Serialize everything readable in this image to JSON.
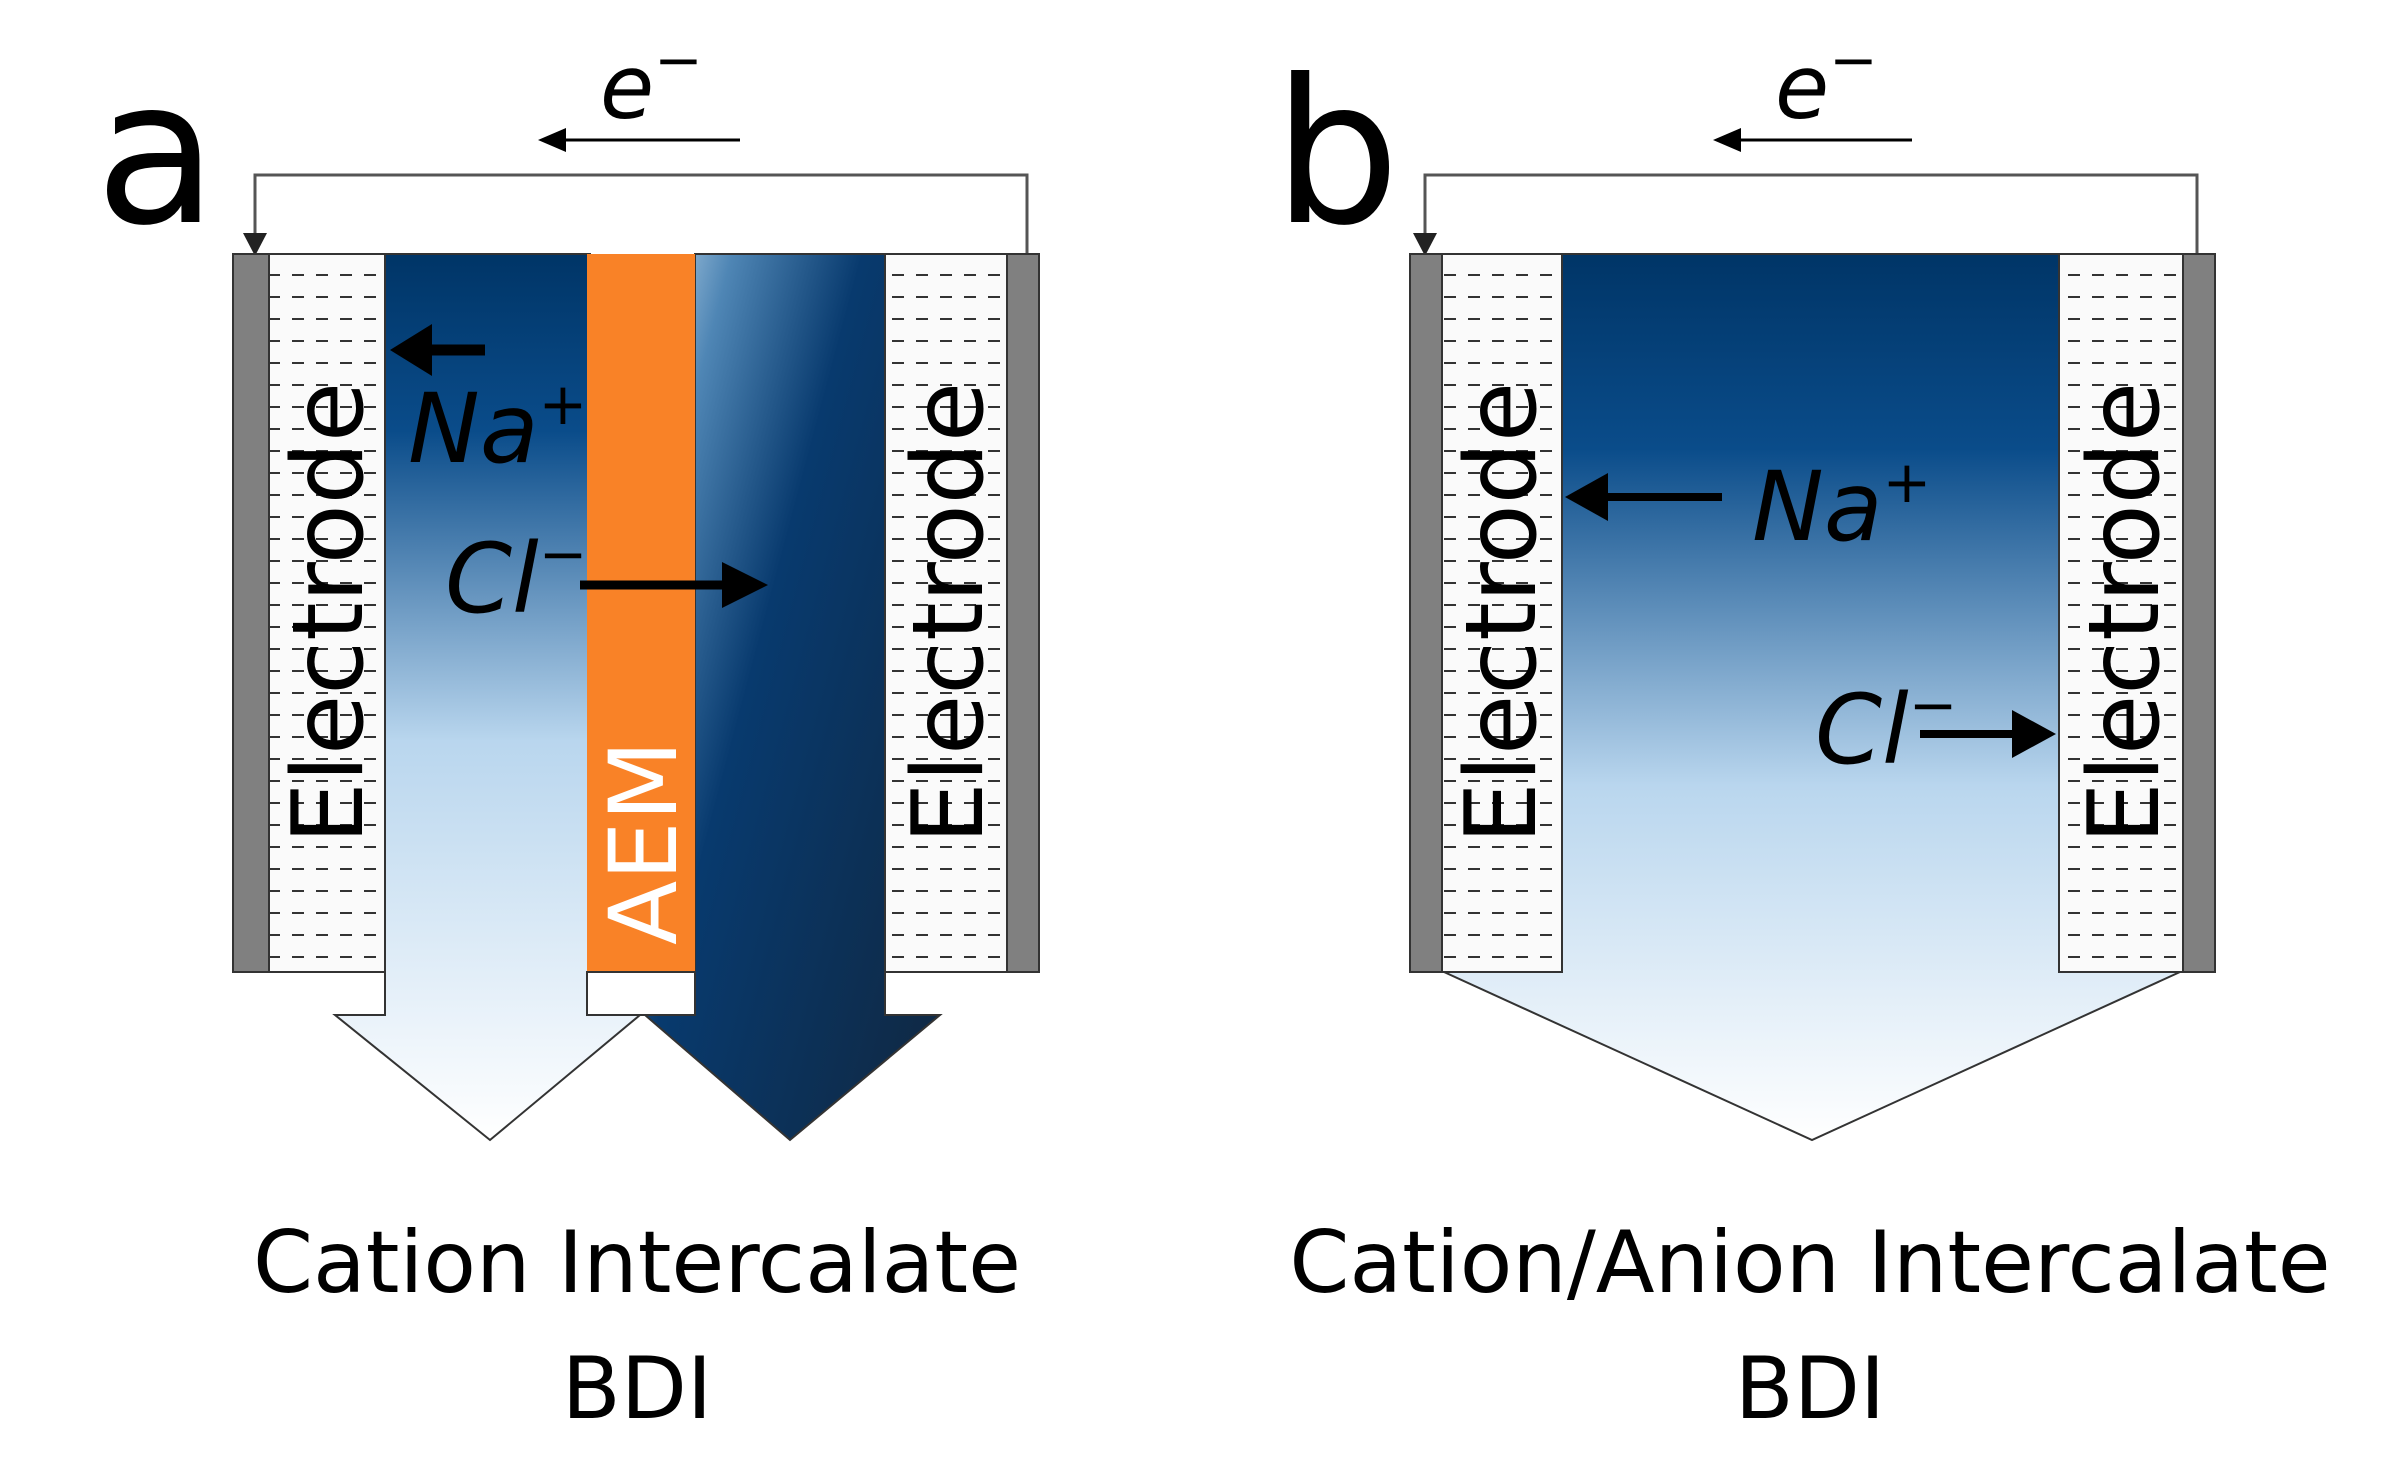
{
  "panels": [
    {
      "letter": "a",
      "electron_label": "e",
      "electron_sup": "−",
      "left_electrode": "Electrode",
      "right_electrode": "Electrode",
      "membrane": "AEM",
      "cation_label": "Na",
      "cation_sup": "+",
      "anion_label": "Cl",
      "anion_sup": "−",
      "caption_line1": "Cation Intercalate",
      "caption_line2": "BDI"
    },
    {
      "letter": "b",
      "electron_label": "e",
      "electron_sup": "−",
      "left_electrode": "Electrode",
      "right_electrode": "Electrode",
      "cation_label": "Na",
      "cation_sup": "+",
      "anion_label": "Cl",
      "anion_sup": "−",
      "caption_line1": "Cation/Anion Intercalate",
      "caption_line2": "BDI"
    }
  ],
  "colors": {
    "collector": "#808080",
    "dark_blue": "#003567",
    "light_blue": "#b9d6ee",
    "membrane": "#f98227"
  }
}
